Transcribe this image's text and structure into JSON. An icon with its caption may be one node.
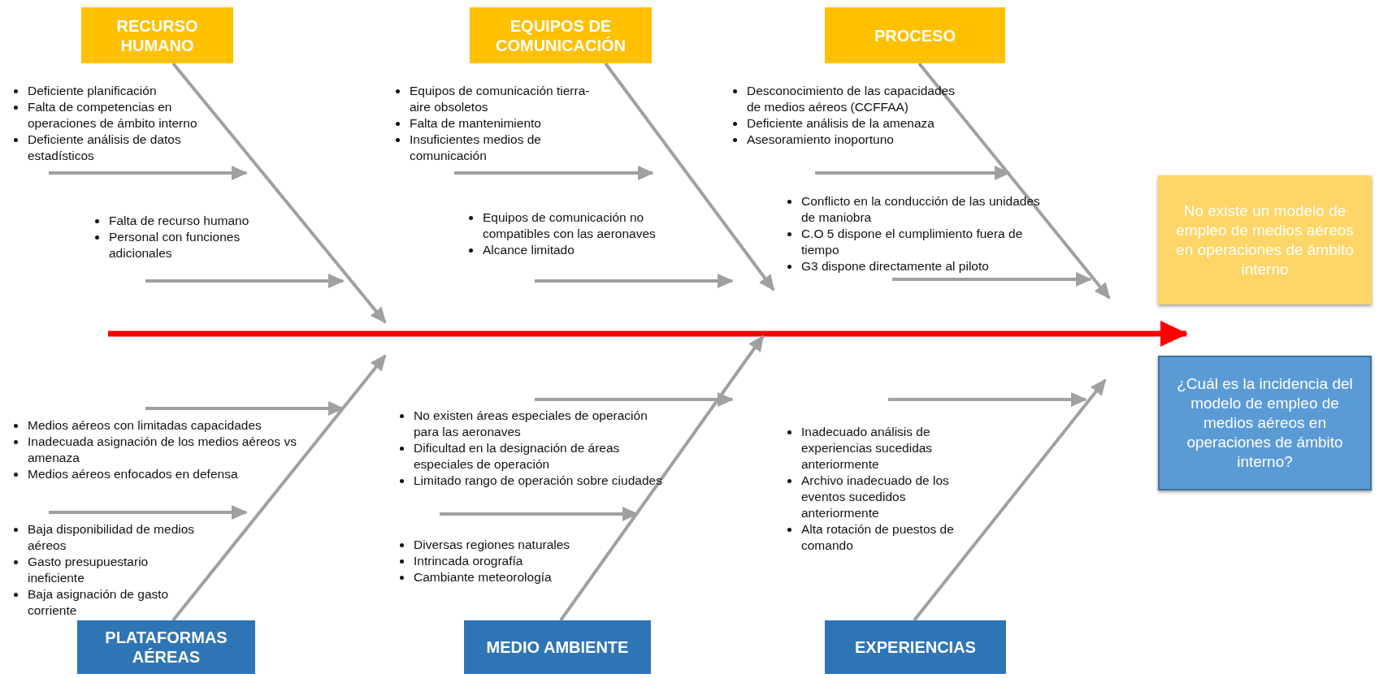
{
  "diagram": {
    "nodes": [
      {
        "text": [
          "RECURSO HUMANO"
        ]
      },
      {
        "text": [
          "EQUIPOS DE COMUNICACIÓN"
        ]
      },
      {
        "text": [
          "PROCESO"
        ]
      },
      {
        "text": [
          "No existe un modelo de empleo de medios aéreos en operaciones de ámbito interno"
        ]
      },
      {
        "text": [
          "¿Cuál es la incidencia del modelo de empleo de medios aéreos en operaciones de ámbito interno?"
        ]
      },
      {
        "text": [
          "PLATAFORMAS AÉREAS"
        ]
      },
      {
        "text": [
          "MEDIO AMBIENTE"
        ]
      },
      {
        "text": [
          "EXPERIENCIAS"
        ]
      }
    ],
    "edges": [
      {
        "from": 0,
        "to": null,
        "arrow": "to"
      },
      {
        "from": 1,
        "to": null,
        "arrow": "to"
      },
      {
        "from": 2,
        "to": null,
        "arrow": "to"
      },
      {
        "from": 5,
        "to": null,
        "arrow": "to"
      },
      {
        "from": 6,
        "to": null,
        "arrow": "to"
      },
      {
        "from": 7,
        "to": null,
        "arrow": "to"
      }
    ],
    "labels": [
      "Deficiente planificación",
      "Falta de competencias en operaciones de ámbito interno",
      "Deficiente análisis de datos estadísticos",
      "Equipos de comunicación tierra-aire obsoletos",
      "Falta de mantenimiento",
      "Insuficientes medios de comunicación",
      "Desconocimiento de las capacidades de medios aéreos (CCFFAA)",
      "Deficiente análisis de la amenaza",
      "Asesoramiento inoportuno",
      "Falta de recurso humano",
      "Personal con funciones adicionales",
      "Equipos de comunicación no compatibles con las aeronaves",
      "Alcance limitado",
      "Conflicto en la conducción de las unidades de maniobra",
      "C.O 5 dispone el cumplimiento fuera de tiempo",
      "G3 dispone directamente al piloto",
      "Medios aéreos con limitadas capacidades",
      "Inadecuada asignación de los medios aéreos vs amenaza",
      "Medios aéreos enfocados en defensa",
      "No existen áreas especiales de operación para las aeronaves",
      "Dificultad en la designación de áreas especiales de operación",
      "Limitado rango de operación sobre ciudades",
      "Inadecuado análisis de experiencias sucedidas anteriormente",
      "Archivo inadecuado de los eventos sucedidos anteriormente",
      "Alta rotación de puestos de comando",
      "Baja disponibilidad de medios aéreos",
      "Gasto presupuestario ineficiente",
      "Baja asignación de gasto corriente",
      "Diversas regiones naturales",
      "Intrincada orografía",
      "Cambiante meteorología"
    ]
  }
}
